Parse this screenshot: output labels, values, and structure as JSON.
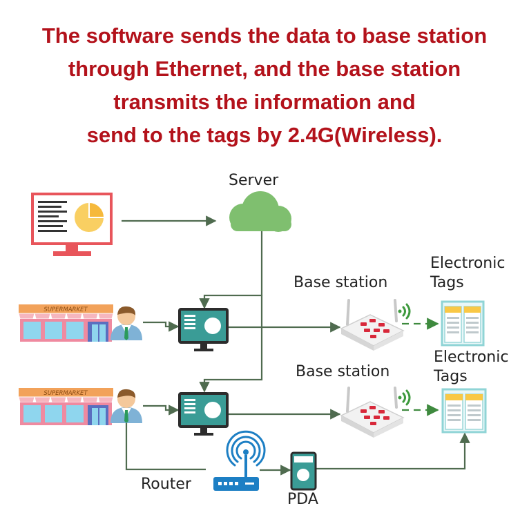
{
  "headline": {
    "lines": [
      "The software sends the data to base station",
      "through Ethernet, and the base station",
      "transmits the information and",
      "send to the tags by 2.4G(Wireless)."
    ]
  },
  "labels": {
    "server": "Server",
    "base_station_1": "Base station",
    "base_station_2": "Base station",
    "tags_1_line1": "Electronic",
    "tags_1_line2": "Tags",
    "tags_2_line1": "Electronic",
    "tags_2_line2": "Tags",
    "router": "Router",
    "pda": "PDA"
  },
  "store_signs": {
    "store_1": "SUPERMARKET",
    "store_2": "SUPERMARKET"
  },
  "colors": {
    "headline": "#b3121b",
    "line": "#4f6b4f",
    "cloud": "#7fbf6f",
    "monitor_red": "#e8555b",
    "teal": "#3a9c96",
    "tag_border": "#8fd4d6"
  }
}
